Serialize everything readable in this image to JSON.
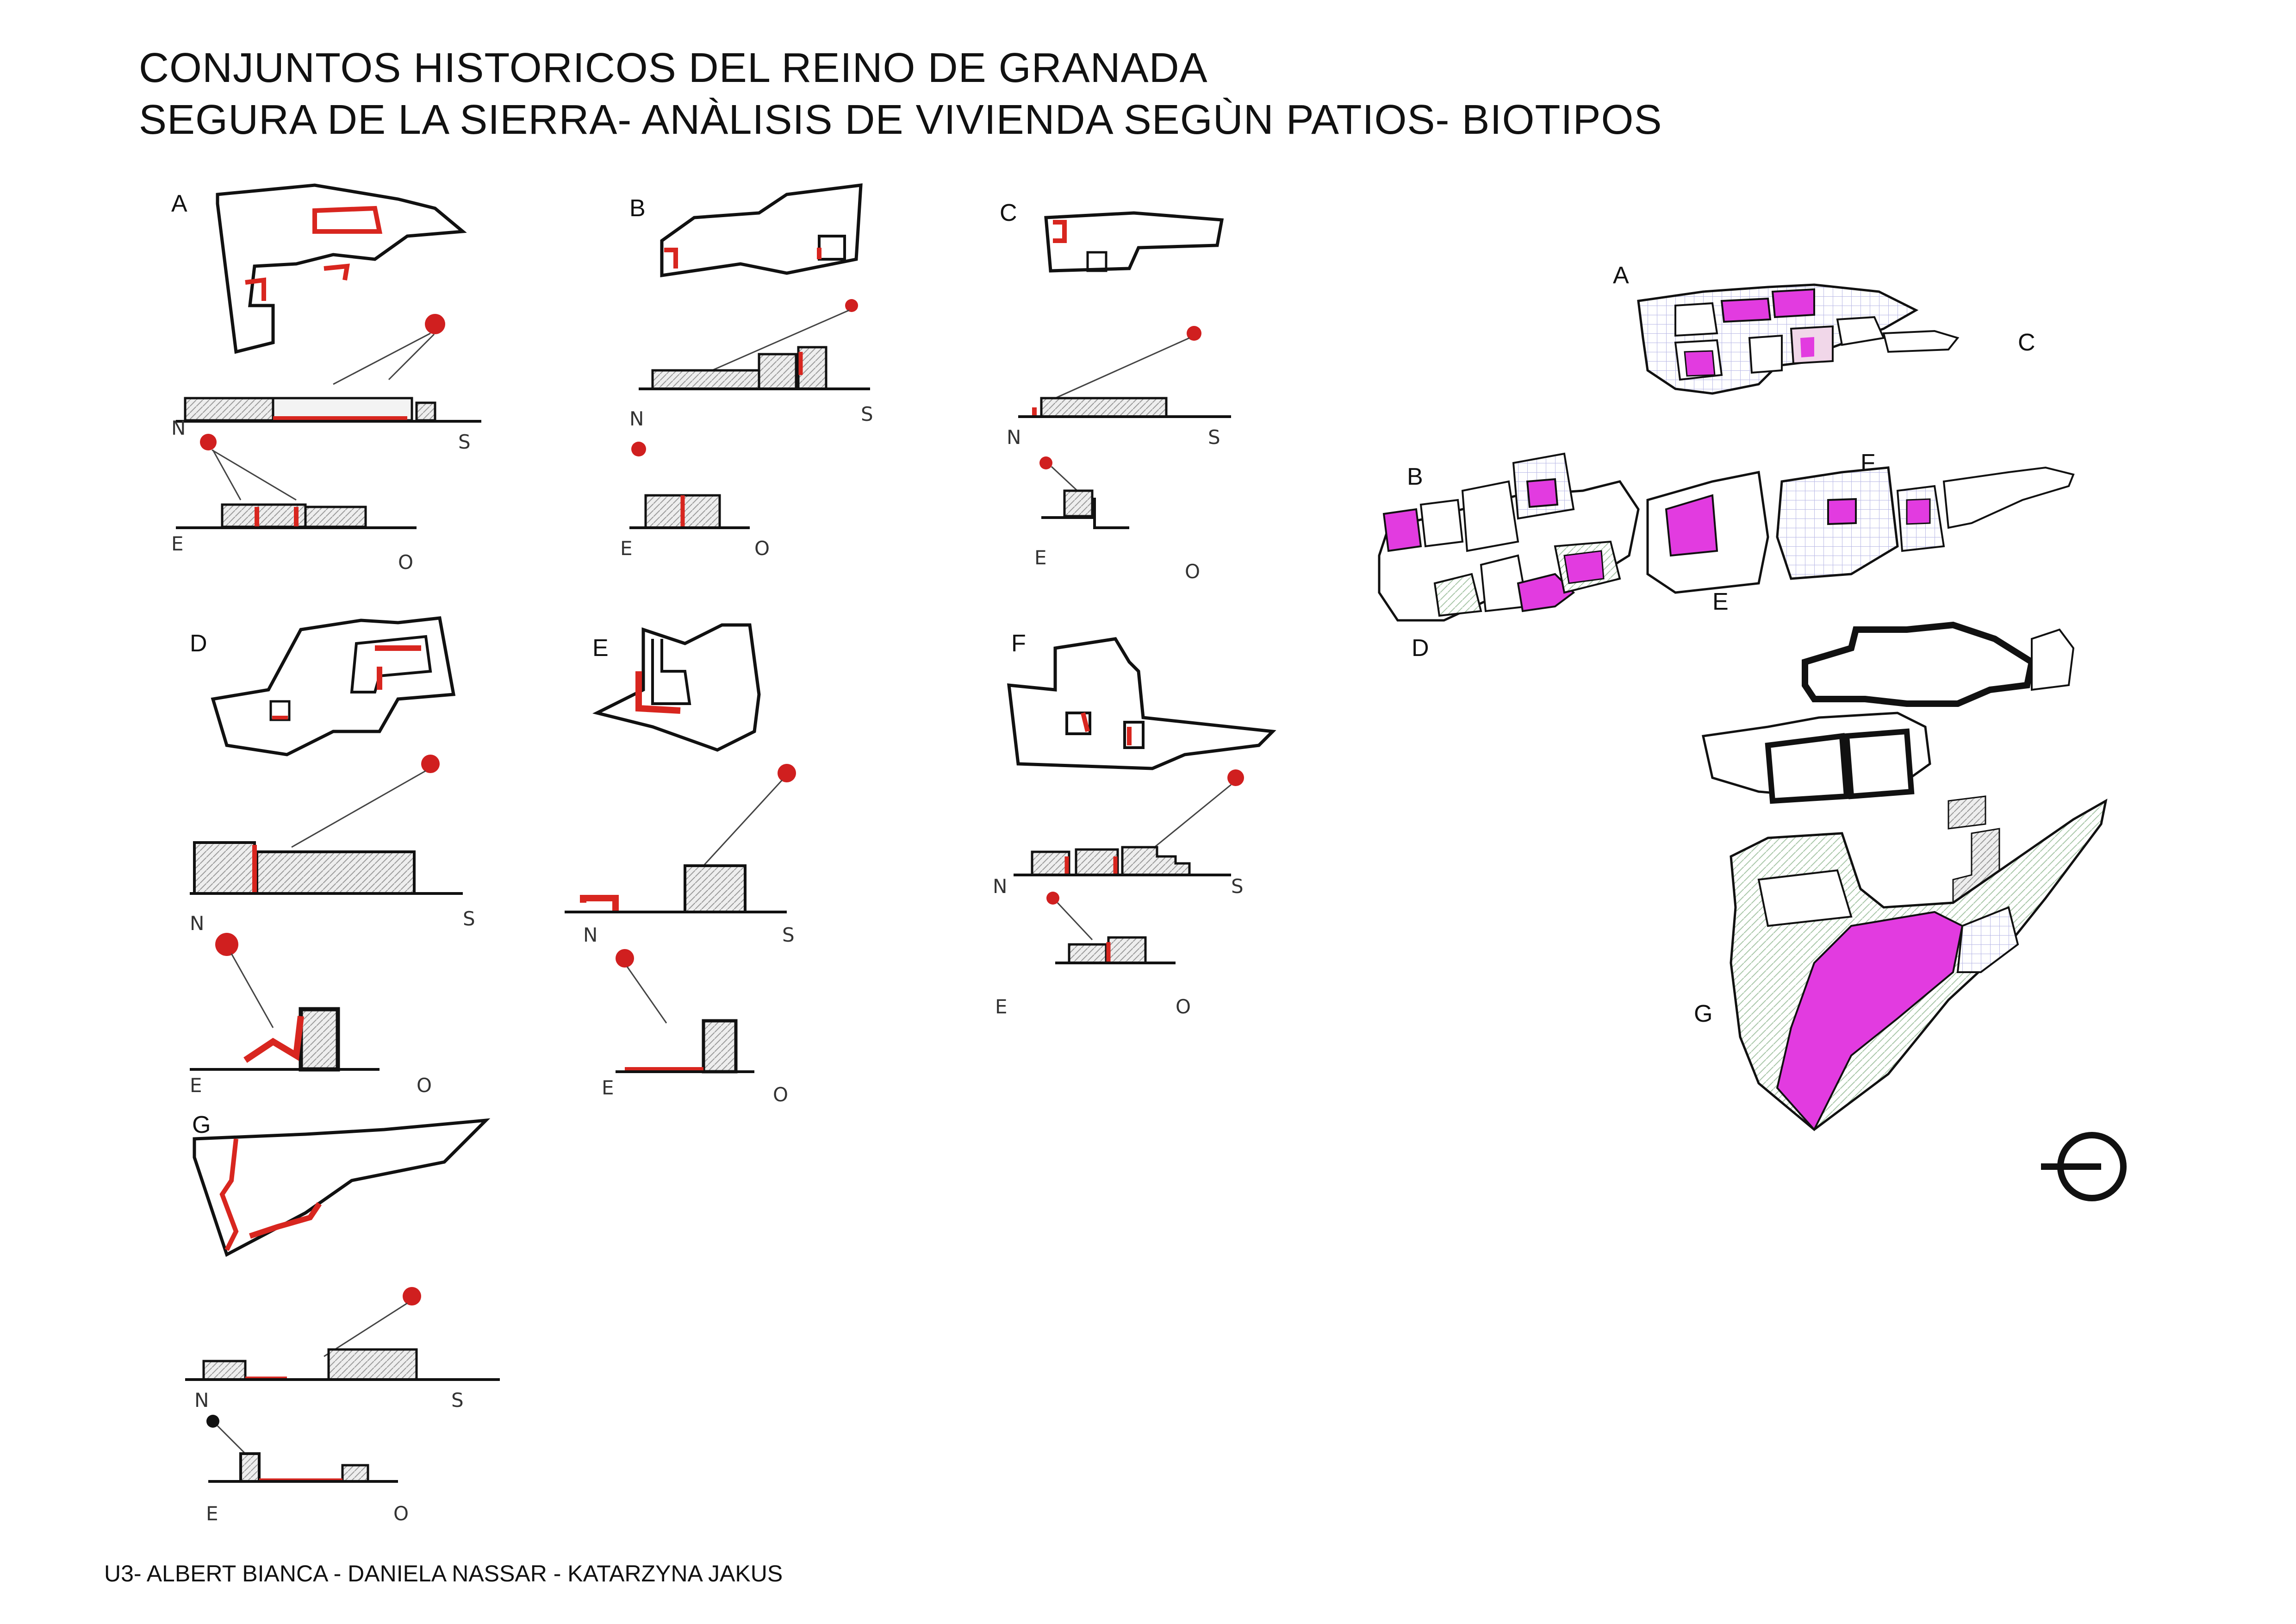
{
  "header": {
    "title_line1": "CONJUNTOS HISTORICOS DEL REINO DE GRANADA",
    "title_line2": "SEGURA DE LA SIERRA- ANÀLISIS DE VIVIENDA SEGÙN PATIOS- BIOTIPOS"
  },
  "sketches": [
    {
      "label": "A",
      "section1_left": "N",
      "section1_right": "S",
      "section2_left": "E",
      "section2_right": "O"
    },
    {
      "label": "B",
      "section1_left": "N",
      "section1_right": "S",
      "section2_left": "E",
      "section2_right": "O"
    },
    {
      "label": "C",
      "section1_left": "N",
      "section1_right": "S",
      "section2_left": "E",
      "section2_right": "O"
    },
    {
      "label": "D",
      "section1_left": "N",
      "section1_right": "S",
      "section2_left": "E",
      "section2_right": "O"
    },
    {
      "label": "E",
      "section1_left": "N",
      "section1_right": "S",
      "section2_left": "E",
      "section2_right": "O"
    },
    {
      "label": "F",
      "section1_left": "N",
      "section1_right": "S",
      "section2_left": "E",
      "section2_right": "O"
    },
    {
      "label": "G",
      "section1_left": "N",
      "section1_right": "S",
      "section2_left": "E",
      "section2_right": "O"
    }
  ],
  "site_map": {
    "labels": [
      "A",
      "B",
      "C",
      "D",
      "E",
      "F",
      "G"
    ]
  },
  "colors": {
    "courtyard_red": "#d8261f",
    "courtyard_magenta": "#e23be0",
    "ink": "#111111",
    "sun_red": "#d01f1f",
    "hatch_grey": "#bdbdbd"
  },
  "credits": "U3- ALBERT BIANCA - DANIELA NASSAR - KATARZYNA JAKUS"
}
